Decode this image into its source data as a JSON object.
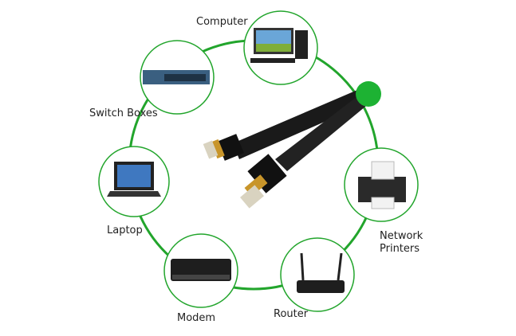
{
  "labels": {
    "computer": "Computer",
    "switch": "Switch Boxes",
    "laptop": "Laptop",
    "modem": "Modem",
    "router": "Router",
    "printer_line1": "Network",
    "printer_line2": "Printers"
  },
  "colors": {
    "ring": "#22a52c",
    "hub": "#1db233",
    "cable": "#1a1a1a",
    "gold": "#c8952a"
  }
}
